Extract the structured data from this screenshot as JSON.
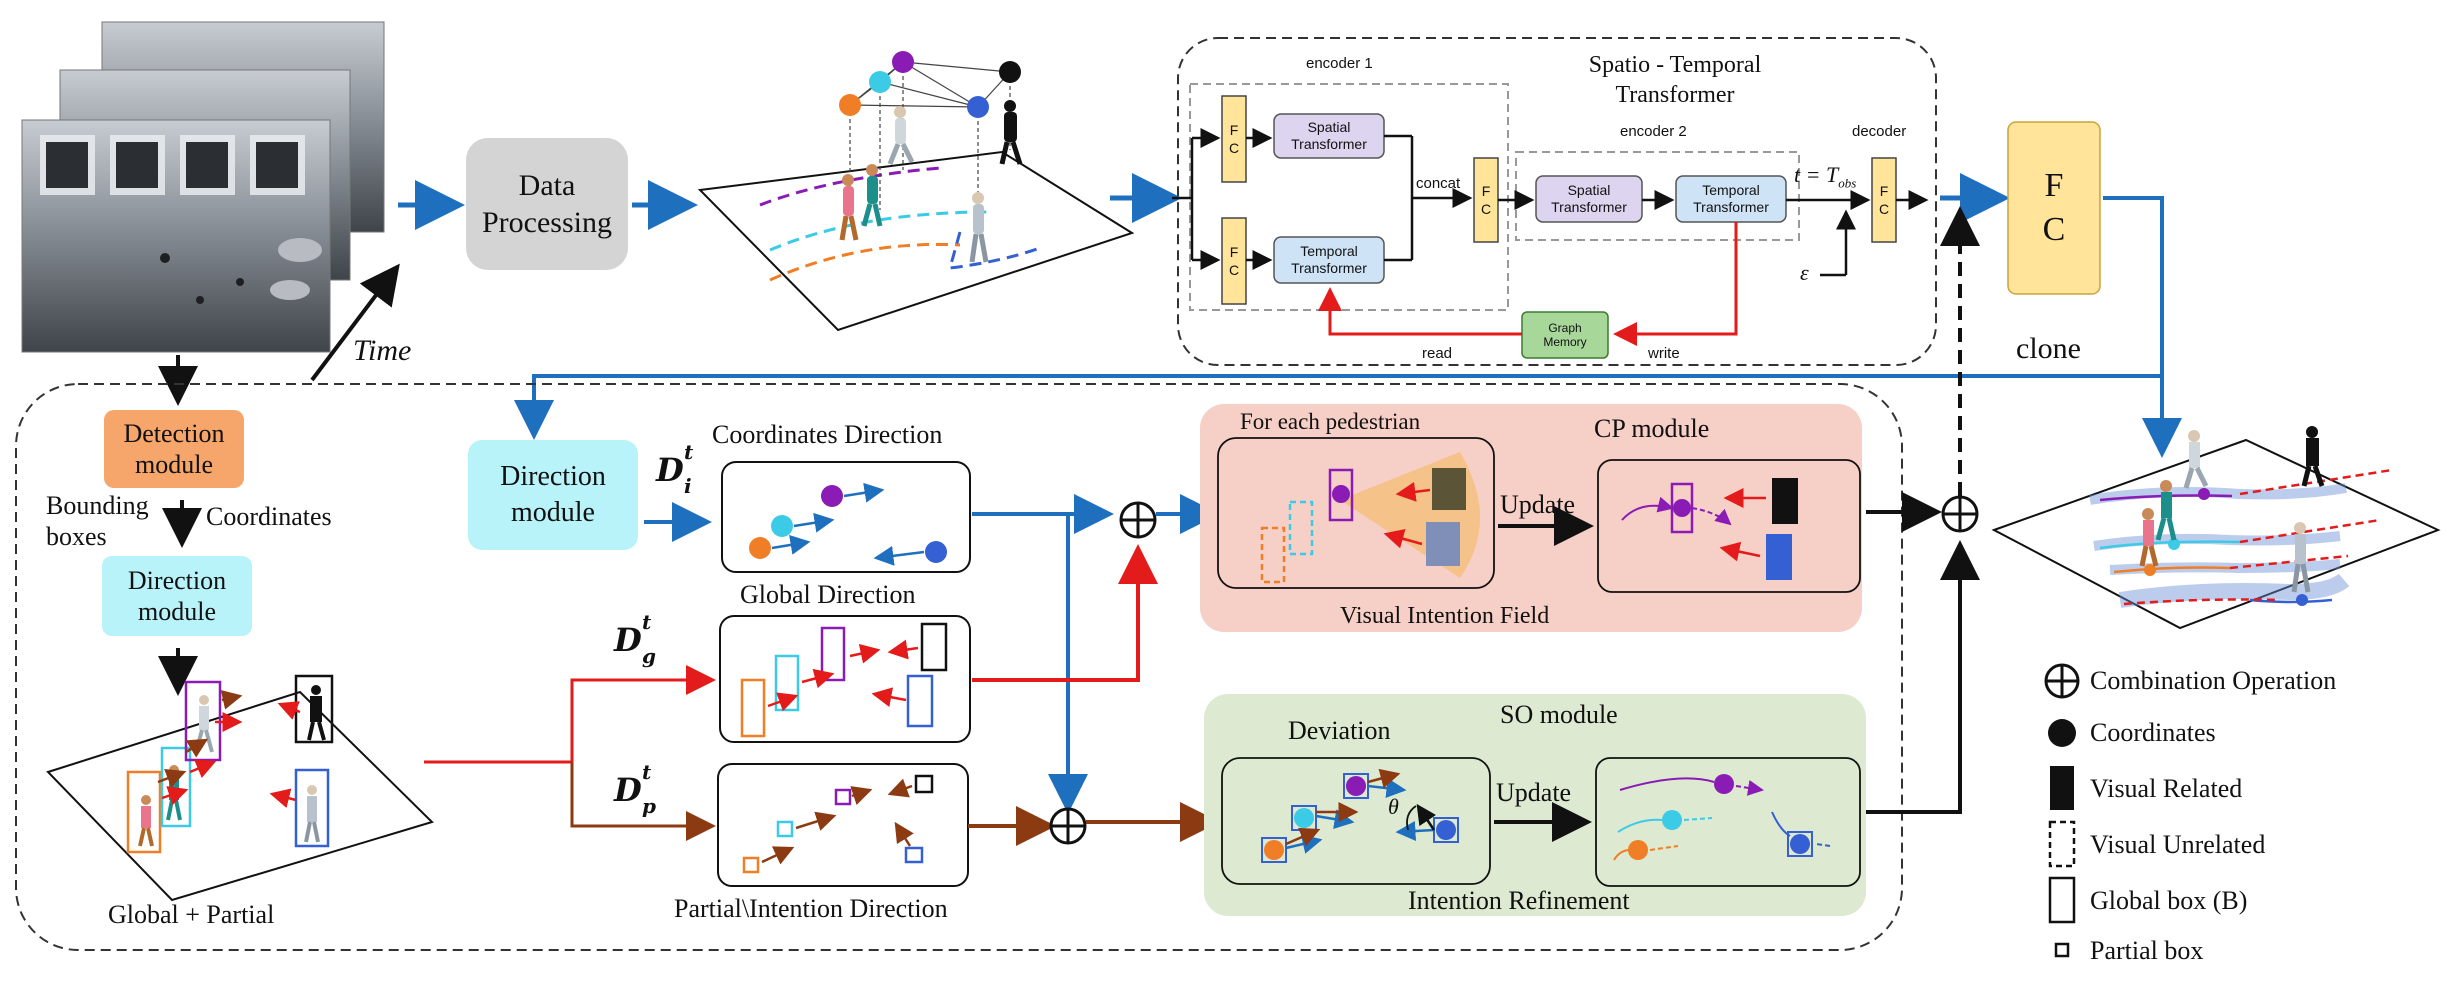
{
  "top": {
    "time_label": "Time",
    "data_processing": [
      "Data",
      "Processing"
    ],
    "stt": {
      "title": [
        "Spatio - Temporal",
        "Transformer"
      ],
      "encoder1": "encoder 1",
      "encoder2": "encoder 2",
      "decoder": "decoder",
      "fc": [
        "F",
        "C"
      ],
      "spatial": [
        "Spatial",
        "Transformer"
      ],
      "temporal": [
        "Temporal",
        "Transformer"
      ],
      "concat": "concat",
      "graph_memory": [
        "Graph",
        "Memory"
      ],
      "read": "read",
      "write": "write",
      "t_obs": "t = T",
      "t_obs_sub": "obs",
      "epsilon": "ε"
    },
    "fc_big": [
      "F",
      "C"
    ],
    "clone": "clone"
  },
  "left": {
    "detection": [
      "Detection",
      "module"
    ],
    "bounding_boxes": [
      "Bounding",
      "boxes"
    ],
    "coordinates": "Coordinates",
    "direction": [
      "Direction",
      "module"
    ],
    "global_partial": "Global + Partial"
  },
  "middle": {
    "direction_module": [
      "Direction",
      "module"
    ],
    "d_i": {
      "base": "D",
      "sup": "t",
      "sub": "i"
    },
    "d_g": {
      "base": "D",
      "sup": "t",
      "sub": "g"
    },
    "d_p": {
      "base": "D",
      "sup": "t",
      "sub": "p"
    },
    "coordinates_direction": "Coordinates Direction",
    "global_direction": "Global Direction",
    "partial_direction": "Partial\\Intention Direction"
  },
  "cp": {
    "for_each": "For each pedestrian",
    "title": "CP module",
    "update": "Update",
    "field": "Visual Intention Field"
  },
  "so": {
    "deviation": "Deviation",
    "title": "SO module",
    "update": "Update",
    "theta": "θ",
    "refinement": "Intention Refinement"
  },
  "legend": [
    {
      "icon": "combination-icon",
      "label": "Combination Operation"
    },
    {
      "icon": "coordinates-dot-icon",
      "label": "Coordinates"
    },
    {
      "icon": "visual-related-icon",
      "label": "Visual Related"
    },
    {
      "icon": "visual-unrelated-icon",
      "label": "Visual Unrelated"
    },
    {
      "icon": "global-box-icon",
      "label": "Global box (B)"
    },
    {
      "icon": "partial-box-icon",
      "label": "Partial box"
    }
  ],
  "colors": {
    "blue_arrow": "#1f6fbf",
    "red_arrow": "#e41b1b",
    "brown_arrow": "#8b3a12",
    "detection_fill": "#f6a66a",
    "direction_fill": "#b9f3fa",
    "cp_fill": "#f6cfc6",
    "so_fill": "#dde9d0",
    "fc_fill": "#ffe49a",
    "spatial_fill": "#ddd4f0",
    "temporal_fill": "#cfe3f7",
    "graph_fill": "#a8d79a",
    "orange": "#f07e26",
    "cyan": "#3ccbe6",
    "purple": "#8a1bb5",
    "blue": "#3560d4"
  }
}
